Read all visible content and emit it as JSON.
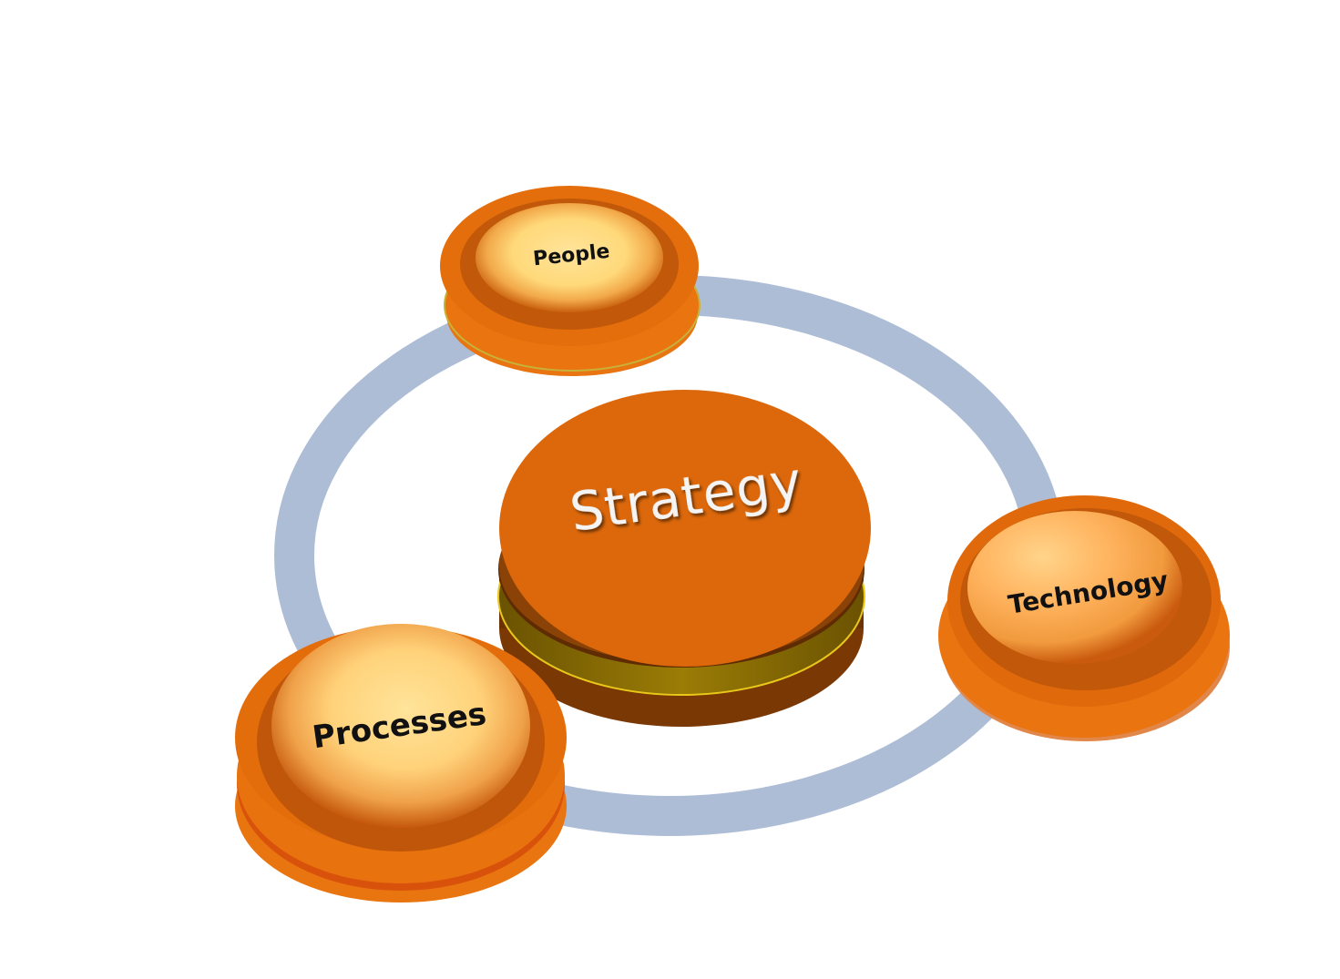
{
  "diagram": {
    "center": {
      "label": "Strategy"
    },
    "nodes": [
      {
        "label": "People"
      },
      {
        "label": "Technology"
      },
      {
        "label": "Processes"
      }
    ]
  },
  "colors": {
    "ring": "#aebdd6",
    "disc_orange": "#e5700d",
    "disc_dark_orange": "#c3560a",
    "center_top": "#dc680b",
    "center_side": "#8a3f06",
    "center_band": "#c7a515",
    "node_highlight": "#ffe08c"
  }
}
